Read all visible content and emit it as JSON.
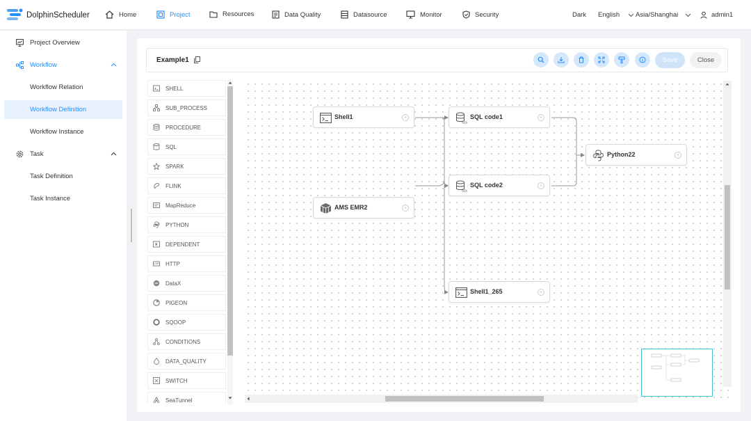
{
  "app": {
    "name": "DolphinScheduler"
  },
  "nav": [
    {
      "label": "Home",
      "icon": "home-icon"
    },
    {
      "label": "Project",
      "icon": "project-icon"
    },
    {
      "label": "Resources",
      "icon": "folder-icon"
    },
    {
      "label": "Data Quality",
      "icon": "data-quality-icon"
    },
    {
      "label": "Datasource",
      "icon": "datasource-icon"
    },
    {
      "label": "Monitor",
      "icon": "monitor-icon"
    },
    {
      "label": "Security",
      "icon": "shield-icon"
    }
  ],
  "header_right": {
    "theme": "Dark",
    "language": "English",
    "timezone": "Asia/Shanghai",
    "user": "admin1"
  },
  "sidebar": {
    "project_overview": "Project Overview",
    "workflow": "Workflow",
    "workflow_relation": "Workflow Relation",
    "workflow_definition": "Workflow Definition",
    "workflow_instance": "Workflow Instance",
    "task": "Task",
    "task_definition": "Task Definition",
    "task_instance": "Task Instance"
  },
  "toolbar": {
    "title": "Example1",
    "save": "Save",
    "close": "Close",
    "buttons": [
      "search-icon",
      "download-icon",
      "delete-icon",
      "fullscreen-icon",
      "format-icon",
      "info-icon"
    ]
  },
  "task_types": [
    "SHELL",
    "SUB_PROCESS",
    "PROCEDURE",
    "SQL",
    "SPARK",
    "FLINK",
    "MapReduce",
    "PYTHON",
    "DEPENDENT",
    "HTTP",
    "DataX",
    "PIGEON",
    "SQOOP",
    "CONDITIONS",
    "DATA_QUALITY",
    "SWITCH",
    "SeaTunnel"
  ],
  "nodes": {
    "shell1": "Shell1",
    "sql1": "SQL code1",
    "python": "Python22",
    "sql2": "SQL code2",
    "emr": "AMS EMR2",
    "shell265": "Shell1_265"
  },
  "colors": {
    "accent": "#288fff",
    "minimap_border": "#43c0cf"
  }
}
